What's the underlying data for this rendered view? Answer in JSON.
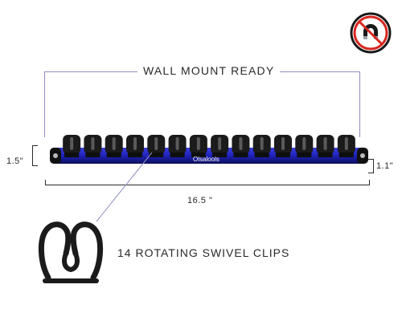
{
  "banner": {
    "title": "WALL MOUNT READY"
  },
  "dimensions": {
    "height_left": "1.5\"",
    "height_right": "1.1\"",
    "width": "16.5 \""
  },
  "rail": {
    "brand": "Olsalools",
    "clip_count": 14,
    "rail_color": "#1f22b8",
    "clip_color": "#1b1b1b"
  },
  "feature": {
    "clips_text": "14 ROTATING SWIVEL CLIPS"
  },
  "icons": {
    "no_magnet": "no-magnet-icon",
    "accent": "#d7261e"
  }
}
